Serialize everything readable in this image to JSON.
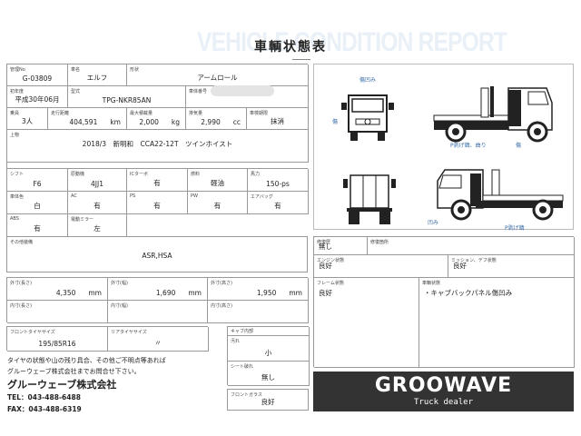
{
  "header": {
    "bg_title": "VEHICLE CONDITION REPORT",
    "title": "車輌状態表"
  },
  "basic": {
    "mgmt_no": {
      "label": "管理No",
      "value": "G-03809"
    },
    "car_name": {
      "label": "車名",
      "value": "エルフ"
    },
    "body_type": {
      "label": "形状",
      "value": "アームロール"
    },
    "first_reg": {
      "label": "初年度",
      "value": "平成30年06月"
    },
    "model": {
      "label": "型式",
      "value": "TPG-NKR85AN"
    },
    "chassis_no": {
      "label": "車体番号",
      "value": ""
    },
    "capacity": {
      "label": "乗員",
      "value": "3人"
    },
    "mileage": {
      "label": "走行距離",
      "value": "404,591",
      "unit": "km"
    },
    "max_load": {
      "label": "最大積載量",
      "value": "2,000",
      "unit": "kg"
    },
    "displacement": {
      "label": "排気量",
      "value": "2,990",
      "unit": "cc"
    },
    "inspection": {
      "label": "車検期限",
      "value": "抹消"
    },
    "equipment": {
      "label": "上物",
      "value": "2018/3　新明和　CCA22-12T　ツインホイスト"
    }
  },
  "specs": {
    "shift": {
      "label": "シフト",
      "value": "F6"
    },
    "engine": {
      "label": "原動機",
      "value": "4JJ1"
    },
    "ic_turbo": {
      "label": "ICターボ",
      "value": "有"
    },
    "fuel": {
      "label": "燃料",
      "value": "軽油"
    },
    "horsepower": {
      "label": "馬力",
      "value": "150-ps"
    },
    "color": {
      "label": "車体色",
      "value": "白"
    },
    "ac": {
      "label": "AC",
      "value": "有"
    },
    "ps": {
      "label": "PS",
      "value": "有"
    },
    "pw": {
      "label": "PW",
      "value": "有"
    },
    "airbag": {
      "label": "エアバッグ",
      "value": "有"
    },
    "abs": {
      "label": "ABS",
      "value": "有"
    },
    "mirror": {
      "label": "電動ミラー",
      "value": "左"
    }
  },
  "other_equipment": {
    "label": "その他装備",
    "value": "ASR,HSA"
  },
  "dimensions": {
    "outer_length": {
      "label": "外寸(長さ)",
      "value": "4,350",
      "unit": "mm"
    },
    "outer_width": {
      "label": "外寸(幅)",
      "value": "1,690",
      "unit": "mm"
    },
    "outer_height": {
      "label": "外寸(高さ)",
      "value": "1,950",
      "unit": "mm"
    },
    "inner_length": {
      "label": "内寸(長さ)",
      "value": ""
    },
    "inner_width": {
      "label": "内寸(幅)",
      "value": ""
    },
    "inner_height": {
      "label": "内寸(高さ)",
      "value": ""
    }
  },
  "tires": {
    "front": {
      "label": "フロントタイヤサイズ",
      "value": "195/85R16"
    },
    "rear": {
      "label": "リアタイヤサイズ",
      "value": "〃"
    }
  },
  "notes": {
    "line1": "タイヤの状態や山の残り具合、その他ご不明点等あれば",
    "line2": "グルーウェーブ株式会社までお問合せ下さい。",
    "company": "グルーウェーブ株式会社",
    "tel": "TEL：043-488-6488",
    "fax": "FAX：043-488-6319"
  },
  "cabin": {
    "header": "キャブ内部",
    "dirt": {
      "label": "汚れ",
      "value": "小"
    },
    "seat": {
      "label": "シート破れ",
      "value": "無し"
    },
    "windshield": {
      "label": "フロントガラス",
      "value": "良好"
    }
  },
  "diagram": {
    "labels": [
      "傷凹み",
      "傷",
      "P剥げ錆、曲り",
      "傷",
      "凹み",
      "P剥げ錆"
    ]
  },
  "condition": {
    "repair_history": {
      "label": "修復歴",
      "value": "無し"
    },
    "repair_location": {
      "label": "修復箇所",
      "value": ""
    },
    "engine": {
      "label": "エンジン状態",
      "value": "良好"
    },
    "mission": {
      "label": "ミッション、デフ状態",
      "value": "良好"
    },
    "frame": {
      "label": "フレーム状態",
      "value": "良好"
    },
    "body": {
      "label": "車輌状態",
      "value": "・キャブバックパネル傷凹み"
    }
  },
  "logo": {
    "brand": "GROOWAVE",
    "tagline": "Truck dealer",
    "bg_color": "#333333"
  }
}
